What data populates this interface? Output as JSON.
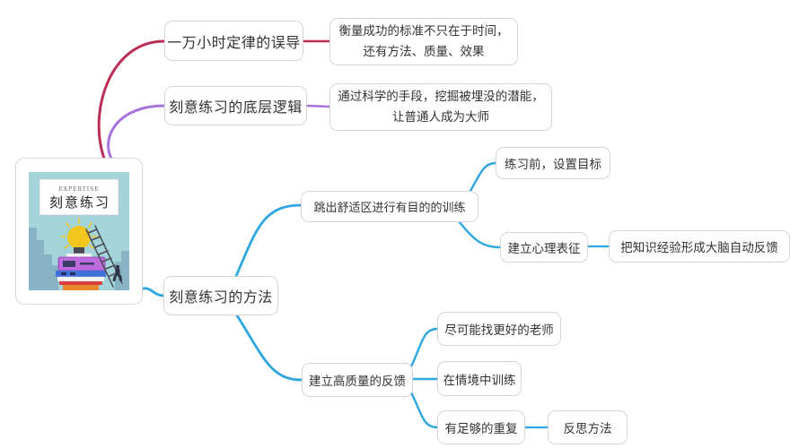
{
  "cover": {
    "tagline": "EXPERTISE",
    "title": "刻意练习"
  },
  "colors": {
    "branch_misleading": "#bc2e53",
    "branch_logic": "#a873de",
    "branch_method": "#2ea7e0",
    "cover_bg": "#a3d4d9",
    "bulb": "#f2c71d"
  },
  "nodes": {
    "hours_rule": "一万小时定律的误导",
    "hours_rule_note": "衡量成功的标准不只在于时间，还有方法、质量、效果",
    "logic": "刻意练习的底层逻辑",
    "logic_note": "通过科学的手段，挖掘被埋没的潜能，让普通人成为大师",
    "method": "刻意练习的方法",
    "comfort_zone": "跳出舒适区进行有目的的训练",
    "set_goal": "练习前，设置目标",
    "mental_model": "建立心理表征",
    "mental_model_note": "把知识经验形成大脑自动反馈",
    "feedback": "建立高质量的反馈",
    "better_teacher": "尽可能找更好的老师",
    "train_in_context": "在情境中训练",
    "enough_repetition": "有足够的重复",
    "reflect_method": "反思方法"
  }
}
